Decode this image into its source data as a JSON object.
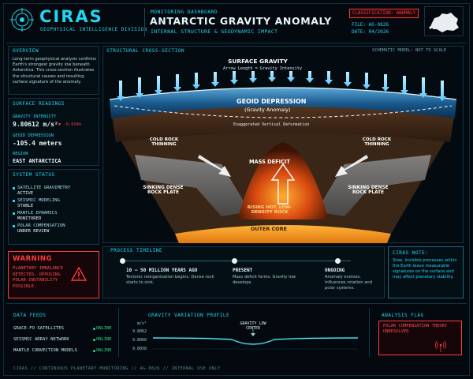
{
  "brand": {
    "name": "CIRAS",
    "division": "GEOPHYSICAL INTELLIGENCE DIVISION"
  },
  "header": {
    "section": "MONITORING DASHBOARD",
    "title": "ANTARCTIC GRAVITY ANOMALY",
    "subtitle": "INTERNAL STRUCTURE & GEODYNAMIC IMPACT"
  },
  "classification": {
    "label": "CLASSIFICATION: ANOMALY",
    "file": "FILE: AG-0826",
    "date": "DATE: 04/2026"
  },
  "overview": {
    "title": "OVERVIEW",
    "text": "Long-term geophysical analysis confirms Earth's strongest gravity low beneath Antarctica. This cross-section illustrates the structural causes and resulting surface signature of the anomaly."
  },
  "readings": {
    "title": "SURFACE READINGS",
    "intensity_label": "GRAVITY INTENSITY",
    "intensity_value": "9.80612 m/s²",
    "intensity_change": "▼ -0.034%",
    "depression_label": "GEOID DEPRESSION",
    "depression_value": "-105.4 meters",
    "region_label": "REGION",
    "region_value": "EAST ANTARCTICA"
  },
  "system_status": {
    "title": "SYSTEM STATUS",
    "items": [
      {
        "name": "SATELLITE GRAVIMETRY",
        "state": "ACTIVE"
      },
      {
        "name": "SEISMIC MODELING",
        "state": "STABLE"
      },
      {
        "name": "MANTLE DYNAMICS",
        "state": "MONITORED"
      },
      {
        "name": "POLAR COMPENSATION",
        "state": "UNDER REVIEW"
      }
    ]
  },
  "warning": {
    "title": "WARNING",
    "text": "PLANETARY IMBALANCE DETECTED. OPPOSING POLAR INSTABILITY POSSIBLE."
  },
  "cross_section": {
    "title": "STRUCTURAL CROSS-SECTION",
    "note": "SCHEMATIC MODEL: NOT TO SCALE",
    "surface_gravity": "SURFACE GRAVITY",
    "arrow_note": "Arrow Length = Gravity Intensity",
    "geoid_title": "GEOID DEPRESSION",
    "geoid_sub": "(Gravity Anomaly)",
    "exaggerated": "Exaggerated Vertical Deformation",
    "cold_rock_left": "COLD ROCK THINNING",
    "cold_rock_right": "COLD ROCK THINNING",
    "mass_deficit": "MASS DEFICIT",
    "sinking_left": "SINKING DENSE ROCK PLATE",
    "sinking_right": "SINKING DENSE ROCK PLATE",
    "rising": "RISING HOT, LOW-DENSITY ROCK",
    "outer_core": "OUTER CORE"
  },
  "timeline": {
    "title": "PROCESS TIMELINE",
    "stages": [
      {
        "label": "10 – 50 MILLION YEARS AGO",
        "text": "Tectonic reorganization begins. Dense rock starts to sink."
      },
      {
        "label": "PRESENT",
        "text": "Mass deficit forms. Gravity low develops."
      },
      {
        "label": "ONGOING",
        "text": "Anomaly evolves. Influences rotation and polar systems."
      }
    ]
  },
  "ciras_note": {
    "title": "CIRAS NOTE:",
    "text": "Slow, invisible processes within the Earth leave measurable signatures on the surface and may affect planetary stability."
  },
  "data_feeds": {
    "title": "DATA FEEDS",
    "items": [
      {
        "name": "GRACE-FO SATELLITES",
        "status": "ONLINE"
      },
      {
        "name": "SEISMIC ARRAY NETWORK",
        "status": "ONLINE"
      },
      {
        "name": "MANTLE CONVECTION MODELS",
        "status": "ONLINE"
      }
    ]
  },
  "profile": {
    "title": "GRAVITY VARIATION PROFILE",
    "unit": "m/s²",
    "ticks": [
      "9.8062",
      "9.8060",
      "9.8058"
    ],
    "low_label": "GRAVITY LOW CENTER"
  },
  "analysis": {
    "title": "ANALYSIS FLAG",
    "text": "POLAR COMPENSATION THEORY UNRESOLVED"
  },
  "footer": {
    "text": "CIRAS // CONTINUOUS PLANETARY MONITORING // AG-0826 // INTERNAL USE ONLY"
  },
  "colors": {
    "accent": "#22d4ee",
    "warning": "#ff3b3b",
    "online": "#2bd67b",
    "background": "#03090e"
  },
  "icons": [
    "ciras-logo-icon",
    "antarctica-map-icon",
    "warning-triangle-icon",
    "gravity-arrow-icon",
    "signal-antenna-icon"
  ]
}
